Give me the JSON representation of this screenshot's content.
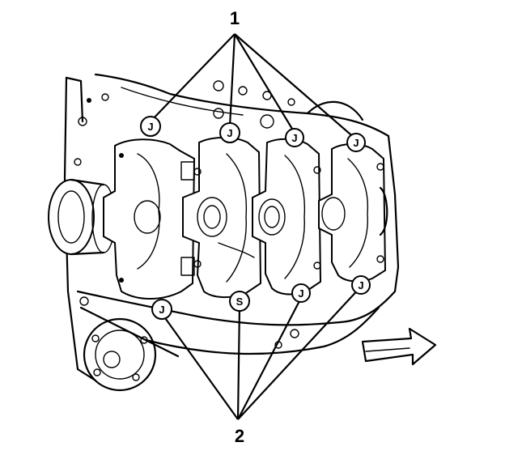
{
  "callouts": {
    "top": {
      "label": "1"
    },
    "bottom": {
      "label": "2"
    }
  },
  "stamps": {
    "top": [
      "J",
      "J",
      "J",
      "J"
    ],
    "bottom": [
      "J",
      "S",
      "J",
      "J"
    ]
  },
  "colors": {
    "ink": "#000000",
    "paper": "#ffffff"
  }
}
